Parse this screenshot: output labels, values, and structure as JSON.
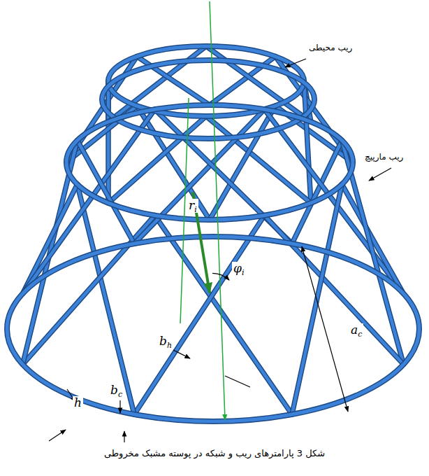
{
  "diagram": {
    "caption": "شکل 3 پارامترهای ریب و شبکه در پوسته مشبک مخروطی",
    "labels": [
      "ریب محیطی",
      "ریب مارپیچ",
      "r",
      "i",
      "φ",
      "i",
      "a",
      "c",
      "b",
      "h",
      "h",
      "b",
      "c"
    ]
  }
}
